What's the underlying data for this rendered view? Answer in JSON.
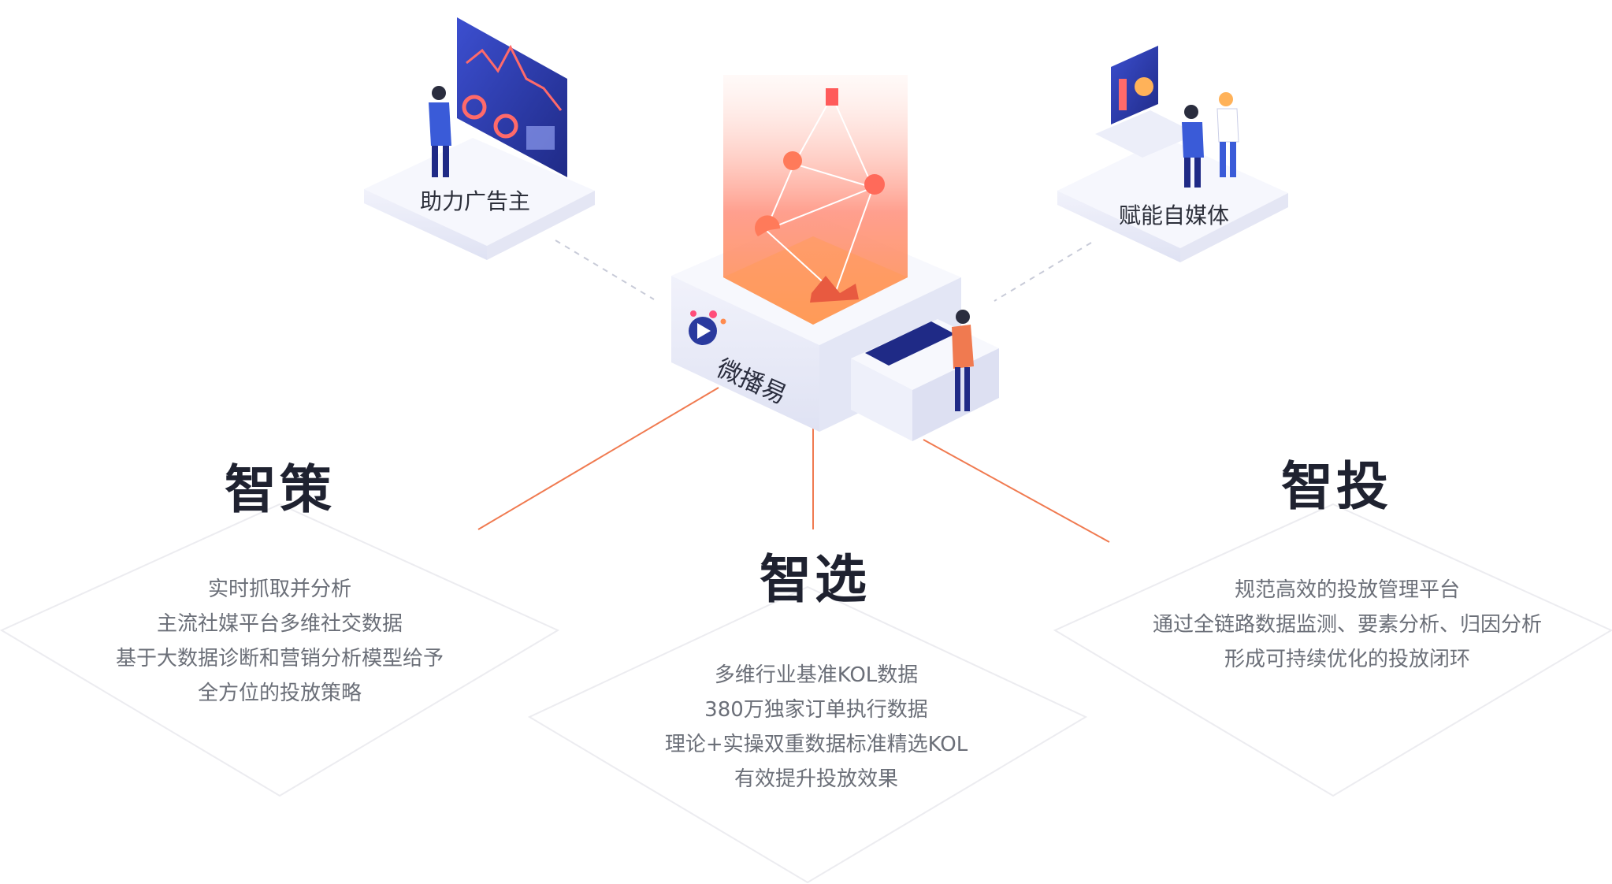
{
  "brand": {
    "name": "微播易"
  },
  "platforms": {
    "left": {
      "label": "助力广告主"
    },
    "right": {
      "label": "赋能自媒体"
    }
  },
  "columns": [
    {
      "title": "智策",
      "lines": [
        "实时抓取并分析",
        "主流社媒平台多维社交数据",
        "基于大数据诊断和营销分析模型给予",
        "全方位的投放策略"
      ]
    },
    {
      "title": "智选",
      "lines": [
        "多维行业基准KOL数据",
        "380万独家订单执行数据",
        "理论+实操双重数据标准精选KOL",
        "有效提升投放效果"
      ]
    },
    {
      "title": "智投",
      "lines": [
        "规范高效的投放管理平台",
        "通过全链路数据监测、要素分析、归因分析",
        "形成可持续优化的投放闭环"
      ]
    }
  ],
  "colors": {
    "accent": "#f07a50",
    "navy": "#2a3a9e",
    "title": "#1f2230",
    "text": "#6b6f78"
  }
}
